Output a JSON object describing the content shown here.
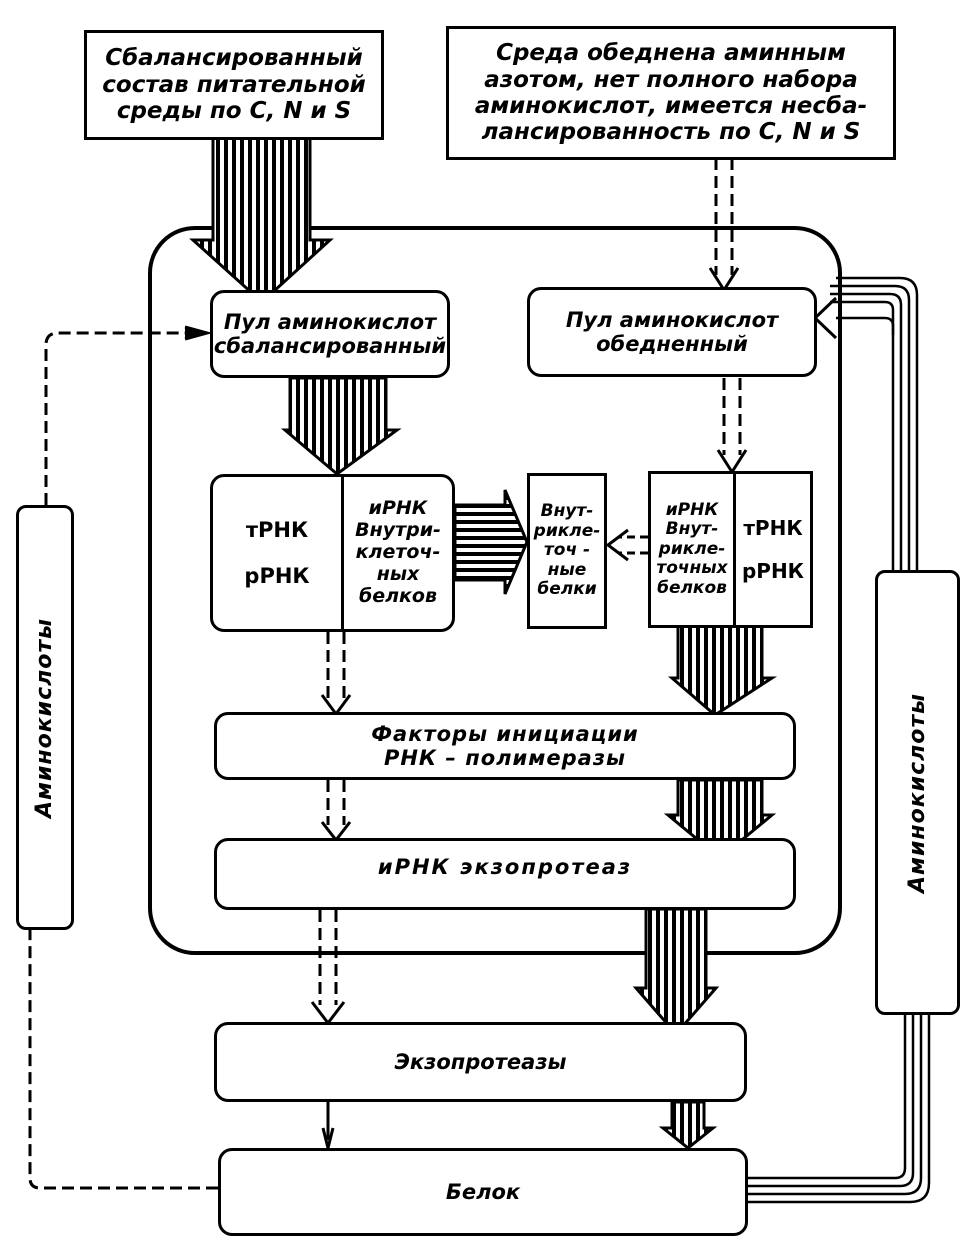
{
  "diagram": {
    "input_balanced": "Сбалансированный\nсостав питательной\nсреды по  C, N и S",
    "input_depleted": "Среда обеднена аминным\nазотом, нет полного набора\nаминокислот, имеется несба-\nлансированность по C, N и S",
    "pool_balanced": "Пул аминокислот\nсбалансированный",
    "pool_depleted": "Пул аминокислот\nобедненный",
    "left_rna": {
      "trna": "тРНК",
      "rrna": "рРНК",
      "mrna": "иРНК\nВнутри-\nклеточ-\nных\nбелков"
    },
    "right_rna": {
      "trna": "тРНК",
      "rrna": "рРНК",
      "mrna": "иРНК\nВнут-\nрикле-\nточных\nбелков"
    },
    "intracellular_proteins": "Внут-\nрикле-\nточ -\nные\nбелки",
    "initiation_factors": "Факторы   инициации\nРНК – полимеразы",
    "exoprotease_mrna": "иРНК   экзопротеаз",
    "exoproteases": "Экзопротеазы",
    "protein": "Белок",
    "amino_acids_left": "Аминокислоты",
    "amino_acids_right": "Аминокислоты"
  }
}
